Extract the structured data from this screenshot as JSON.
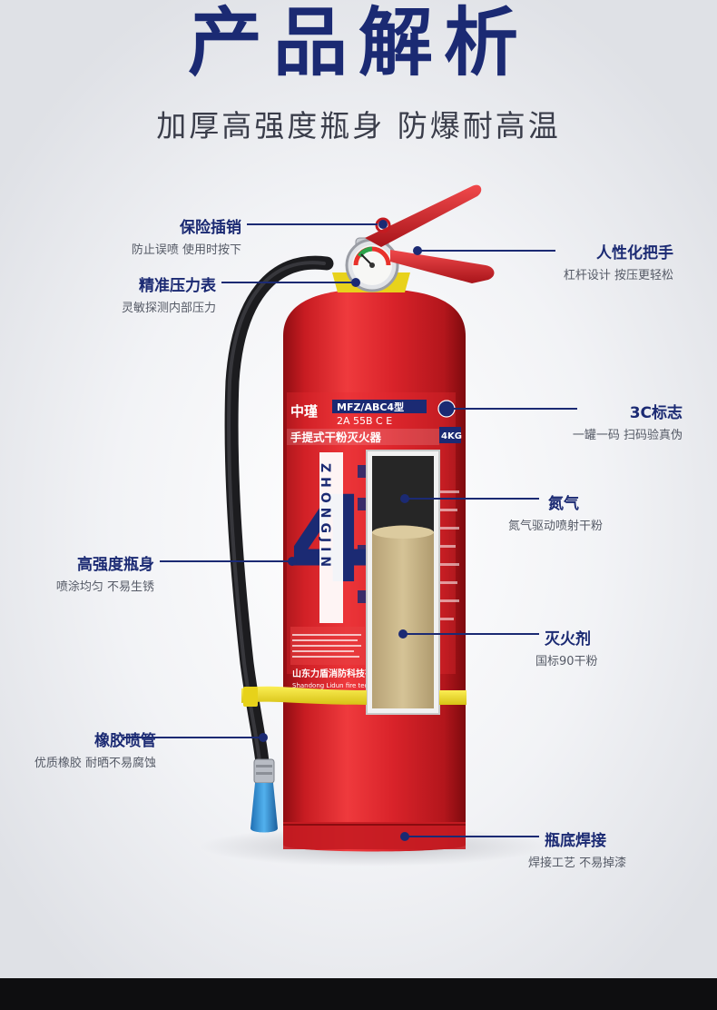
{
  "header": {
    "title": "产品解析",
    "subtitle": "加厚高强度瓶身  防爆耐高温"
  },
  "product": {
    "brand": "中瑾",
    "model": "MFZ/ABC4型",
    "rating": "2A 55B C E",
    "name": "手提式干粉灭火器",
    "weight": "4KG",
    "big_number": "4",
    "vertical_brand": "ZHONGJIN",
    "company_cn": "山东力盾消防科技有",
    "company_en": "Shandong Lidun fire technology"
  },
  "features": [
    {
      "id": "safety-pin",
      "name": "保险插销",
      "desc": "防止误喷 使用时按下"
    },
    {
      "id": "pressure-gauge",
      "name": "精准压力表",
      "desc": "灵敏探测内部压力"
    },
    {
      "id": "high-strength-body",
      "name": "高强度瓶身",
      "desc": "喷涂均匀 不易生锈"
    },
    {
      "id": "rubber-hose",
      "name": "橡胶喷管",
      "desc": "优质橡胶 耐晒不易腐蚀"
    },
    {
      "id": "handle",
      "name": "人性化把手",
      "desc": "杠杆设计 按压更轻松"
    },
    {
      "id": "3c-mark",
      "name": "3C标志",
      "desc": "一罐一码 扫码验真伪"
    },
    {
      "id": "nitrogen",
      "name": "氮气",
      "desc": "氮气驱动喷射干粉"
    },
    {
      "id": "extinguishing-agent",
      "name": "灭火剂",
      "desc": "国标90干粉"
    },
    {
      "id": "bottom-weld",
      "name": "瓶底焊接",
      "desc": "焊接工艺 不易掉漆"
    }
  ],
  "colors": {
    "title": "#1b2a73",
    "cylinder_red": "#d8242b",
    "band_yellow": "#f3df1f",
    "powder": "#cdb98d",
    "nozzle_blue": "#2f8fd6"
  }
}
